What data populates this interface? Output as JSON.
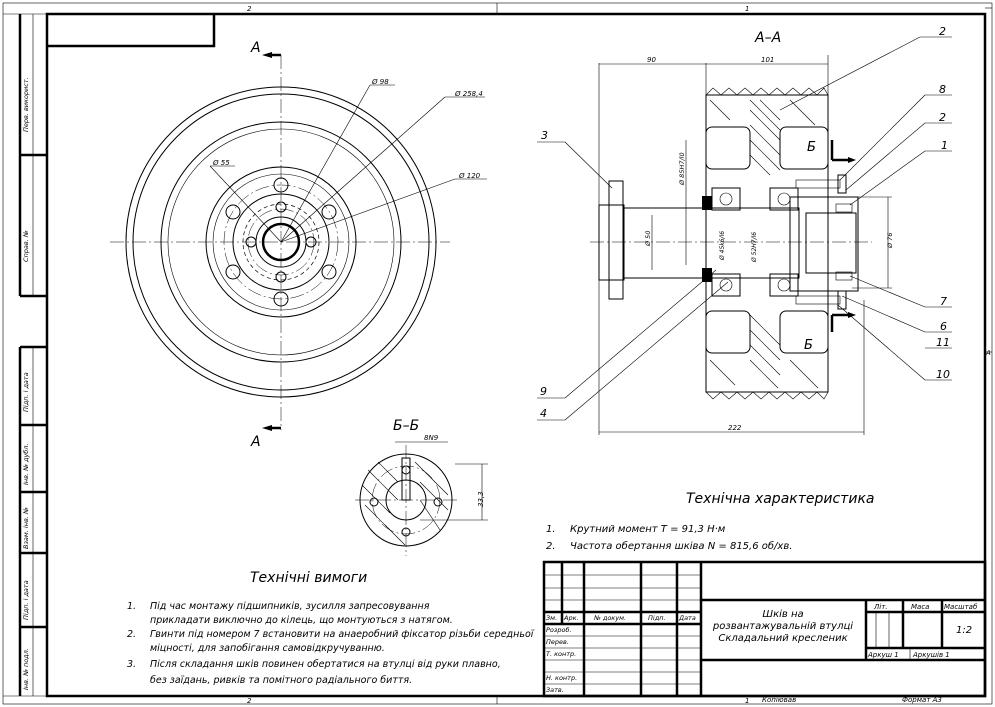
{
  "border": {
    "top_left": "2",
    "top_right": "1",
    "bottom_left": "2",
    "bottom_right": "1",
    "right_mark": "A"
  },
  "side_stamp": {
    "cells": [
      "Перв. використ.",
      "Справ. №",
      "Підп. і дата",
      "Інв. № дубл.",
      "Взам. інв. №",
      "Підп. і дата",
      "Інв. № подл."
    ]
  },
  "front_view": {
    "section_label_top": "А",
    "section_label_bottom": "А",
    "dims": [
      "Ø 98",
      "Ø 258,4",
      "Ø 55",
      "Ø 120"
    ]
  },
  "section_aa": {
    "title": "А–А",
    "dims": [
      "90",
      "101",
      "222",
      "Ø 85H7/l0",
      "Ø 50",
      "Ø 45k6/l6",
      "Ø 52H7/l6",
      "Ø 76"
    ],
    "section_b_top": "Б",
    "section_b_bottom": "Б",
    "leaders": [
      "2",
      "8",
      "2",
      "1",
      "3",
      "7",
      "6",
      "11",
      "10",
      "9",
      "4"
    ]
  },
  "section_bb": {
    "title": "Б–Б",
    "dims": [
      "8N9",
      "33,3"
    ]
  },
  "tech_characteristics": {
    "title": "Технічна характеристика",
    "items": [
      {
        "num": "1.",
        "text": "Крутний момент T = 91,3 Н·м"
      },
      {
        "num": "2.",
        "text": "Частота обертання шківа N = 815,6 об/хв."
      }
    ]
  },
  "tech_requirements": {
    "title": "Технічні вимоги",
    "items": [
      {
        "num": "1.",
        "lines": [
          "Під час монтажу підшипників, зусилля запресовування",
          "прикладати виключно до кілець, що монтуються з натягом."
        ]
      },
      {
        "num": "2.",
        "lines": [
          "Гвинти під номером 7 встановити на анаеробний фіксатор різьби середньої",
          "міцності, для запобігання самовідкручуванню."
        ]
      },
      {
        "num": "3.",
        "lines": [
          "Після складання шків повинен обертатися на втулці від руки плавно,",
          "без заїдань, ривків та помітного радіального биття."
        ]
      }
    ]
  },
  "title_block": {
    "col_heads": [
      "Зм.",
      "Арк.",
      "№ докум.",
      "Підп.",
      "Дата"
    ],
    "rows": [
      "Розроб.",
      "Перев.",
      "Т. контр.",
      "",
      "Н. контр.",
      "Затв."
    ],
    "title_lines": [
      "Шків на",
      "розвантажувальній втулці",
      "Складальний кресленик"
    ],
    "lit_head": "Літ.",
    "mass_head": "Маса",
    "scale_head": "Масштаб",
    "scale": "1:2",
    "sheet": "Аркуш 1",
    "sheets": "Аркушів 1"
  },
  "bottom": {
    "copied": "Копіював",
    "format": "Формат А3"
  }
}
